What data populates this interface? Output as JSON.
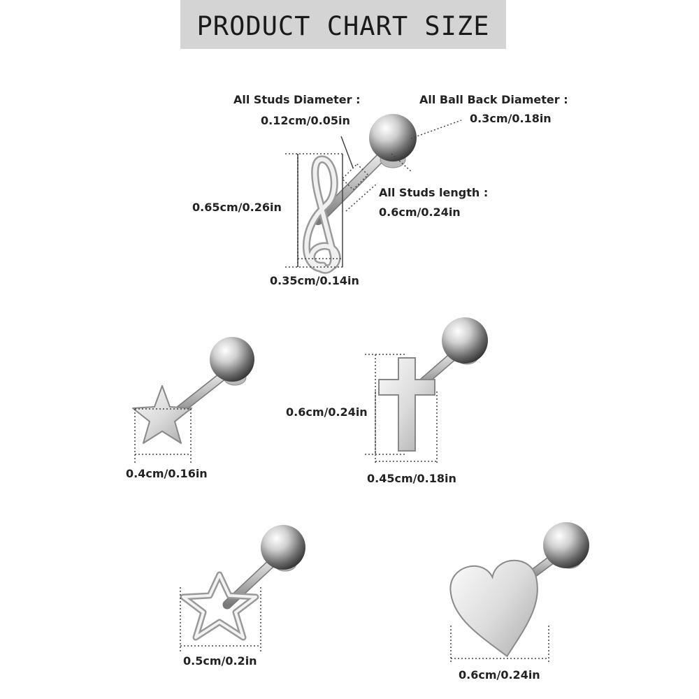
{
  "title": "PRODUCT CHART SIZE",
  "treble": {
    "studs_diameter_label": "All Studs Diameter :",
    "studs_diameter_value": "0.12cm/0.05in",
    "ball_back_label": "All Ball Back Diameter :",
    "ball_back_value": "0.3cm/0.18in",
    "studs_length_label": "All Studs length :",
    "studs_length_value": "0.6cm/0.24in",
    "height_value": "0.65cm/0.26in",
    "width_value": "0.35cm/0.14in"
  },
  "star": {
    "width_value": "0.4cm/0.16in"
  },
  "cross": {
    "height_value": "0.6cm/0.24in",
    "width_value": "0.45cm/0.18in"
  },
  "hollow_star": {
    "width_value": "0.5cm/0.2in"
  },
  "heart": {
    "width_value": "0.6cm/0.24in"
  },
  "colors": {
    "banner": "#d4d4d4",
    "metal": "#c8c8c8",
    "text": "#222222"
  }
}
